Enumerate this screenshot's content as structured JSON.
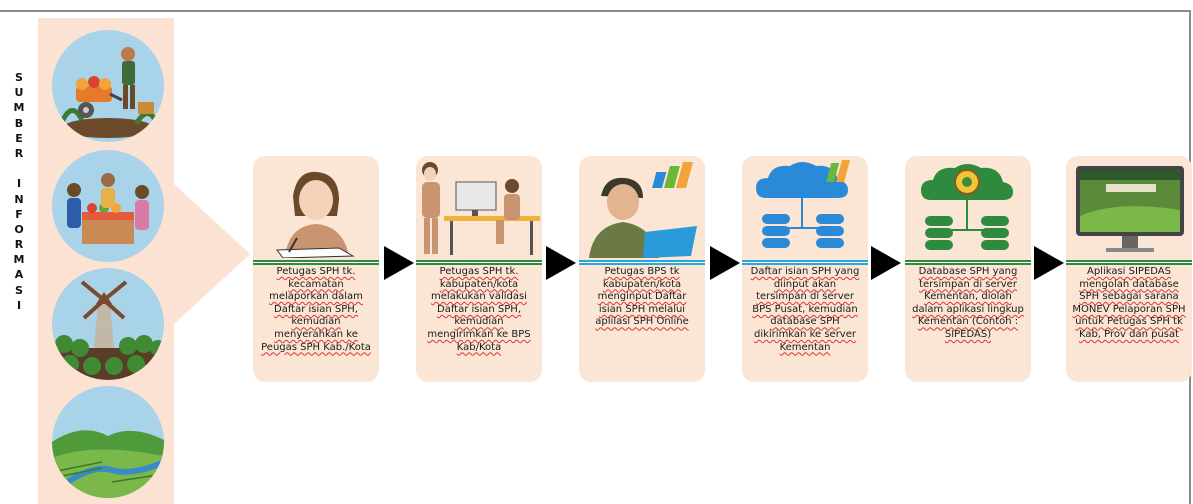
{
  "side_label": [
    "S",
    "U",
    "M",
    "B",
    "E",
    "R",
    "",
    "I",
    "N",
    "F",
    "O",
    "R",
    "M",
    "A",
    "S",
    "I"
  ],
  "sources": [
    {
      "name": "farmer-harvest",
      "icon": "farmer-wheelbarrow-icon"
    },
    {
      "name": "market-vendors",
      "icon": "market-stall-icon"
    },
    {
      "name": "windmill-field",
      "icon": "windmill-icon"
    },
    {
      "name": "rice-terraces",
      "icon": "landscape-icon"
    }
  ],
  "steps": [
    {
      "text": "Petugas SPH tk. kecamatan melaporkan dalam Daftar isian SPH, kemudian menyerahkan ke Peugas SPH Kab./Kota",
      "icon": "writing-officer-icon",
      "rule": "green"
    },
    {
      "text": "Petugas SPH tk. kabupaten/kota melakukan validasi Daftar isian SPH, kemudian mengirimkan ke BPS Kab/Kota",
      "icon": "office-workers-icon",
      "rule": "green"
    },
    {
      "text": "Petugas BPS tk kabupaten/kota menginput Daftar isian SPH melalui aplilasi SPH Online",
      "icon": "bps-officer-laptop-icon",
      "rule": "blue"
    },
    {
      "text": "Daftar isian  SPH yang diinput akan tersimpan di server BPS Pusat, kemudian database SPH dikirimkan ke server Kementan",
      "icon": "bps-cloud-server-icon",
      "rule": "blue"
    },
    {
      "text": "Database SPH yang tersimpan di server Kementan, diolah dalam aplikasi lingkup Kementan (Contoh : SIPEDAS)",
      "icon": "kementan-cloud-server-icon",
      "rule": "green"
    },
    {
      "text": "Aplikasi SIPEDAS mengolah database SPH sebagai sarana MONEV Pelaporan SPH untuk Petugas SPH tk Kab, Prov dan pusat",
      "icon": "monitor-dashboard-icon",
      "rule": "green"
    }
  ],
  "colors": {
    "card_bg": "#fbe6d6",
    "strip_bg": "#fbe2d2",
    "circle_bg": "#a9d3e8",
    "green": "#2d8a3e",
    "blue": "#2aa7d8"
  }
}
